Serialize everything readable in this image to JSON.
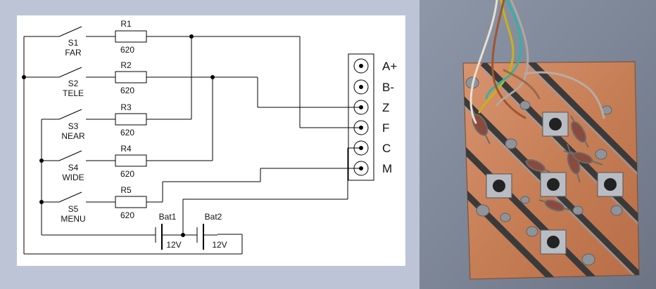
{
  "schematic": {
    "switches": [
      {
        "ref": "S1",
        "name": "FAR"
      },
      {
        "ref": "S2",
        "name": "TELE"
      },
      {
        "ref": "S3",
        "name": "NEAR"
      },
      {
        "ref": "S4",
        "name": "WIDE"
      },
      {
        "ref": "S5",
        "name": "MENU"
      }
    ],
    "resistors": [
      {
        "ref": "R1",
        "value": "620"
      },
      {
        "ref": "R2",
        "value": "620"
      },
      {
        "ref": "R3",
        "value": "620"
      },
      {
        "ref": "R4",
        "value": "620"
      },
      {
        "ref": "R5",
        "value": "620"
      }
    ],
    "connector_pins": [
      "A+",
      "B-",
      "Z",
      "F",
      "C",
      "M"
    ],
    "batteries": [
      {
        "ref": "Bat1",
        "voltage": "12V"
      },
      {
        "ref": "Bat2",
        "voltage": "12V"
      }
    ]
  },
  "colors": {
    "page_background": "#bcc4d6",
    "panel_background": "#ffffff",
    "wire": "#000000",
    "copper": "#c9865a"
  }
}
